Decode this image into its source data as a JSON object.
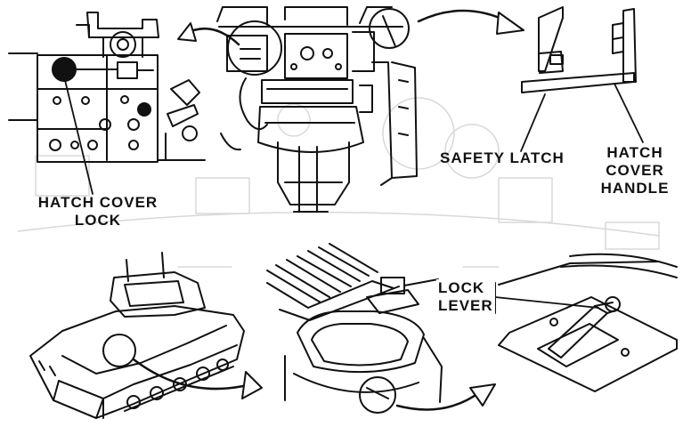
{
  "labels": {
    "hatch_cover_lock": [
      "HATCH COVER",
      "LOCK"
    ],
    "safety_latch": "SAFETY LATCH",
    "hatch_cover_handle": [
      "HATCH",
      "COVER",
      "HANDLE"
    ],
    "lock_lever": [
      "LOCK",
      "LEVER"
    ]
  },
  "colors": {
    "ink": "#111111",
    "faint": "#d8d8d8",
    "paper": "#ffffff"
  }
}
